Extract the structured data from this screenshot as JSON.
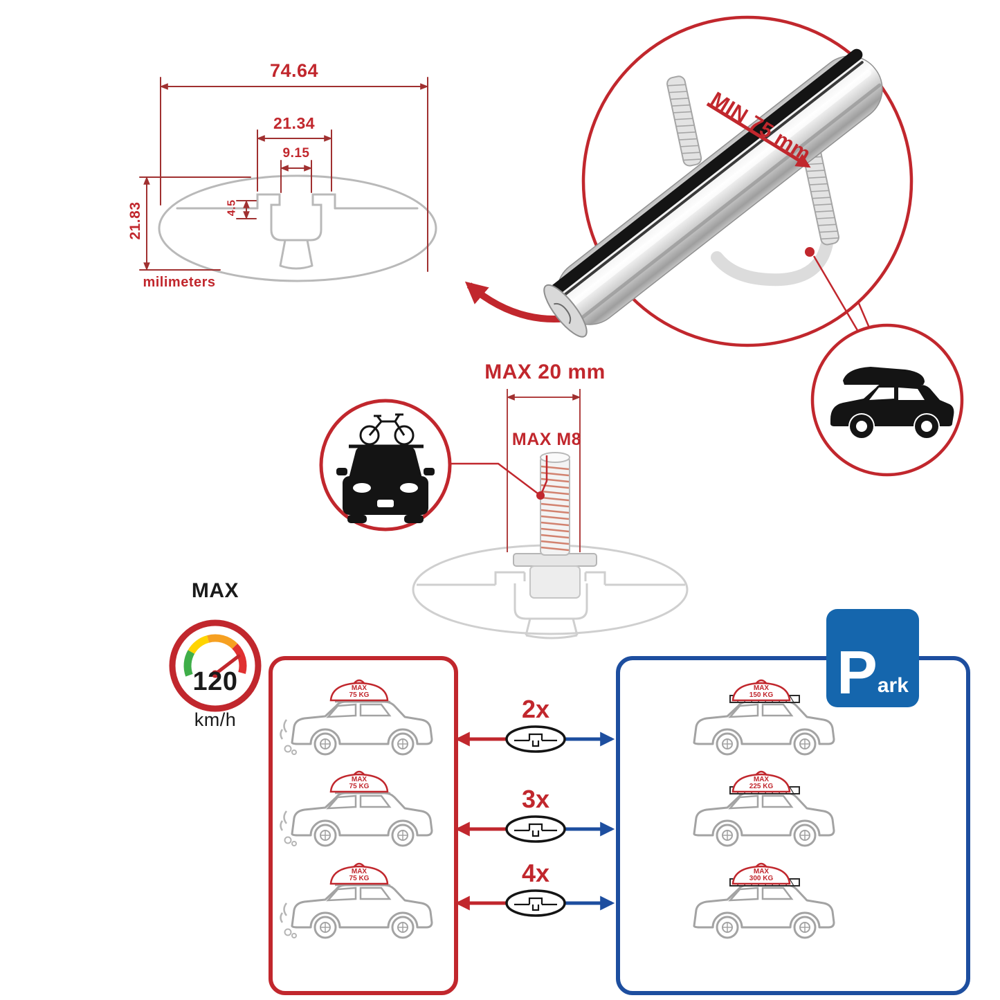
{
  "colors": {
    "accent_red": "#c1272d",
    "accent_blue": "#1d4e9f",
    "sign_blue": "#1566ad",
    "line_gray": "#b9b9b9"
  },
  "dimension_diagram": {
    "width_total": "74.64",
    "width_outer_slot": "21.34",
    "width_inner_slot": "9.15",
    "lip_height": "4.5",
    "height_total": "21.83",
    "units_label": "milimeters"
  },
  "crossbar_detail": {
    "min_clearance_label": "MIN 75 mm"
  },
  "bolt_detail": {
    "max_length_label": "MAX 20 mm",
    "max_thread_label": "MAX M8"
  },
  "speed_limit": {
    "title": "MAX",
    "value": "120",
    "unit": "km/h"
  },
  "driving_panel": {
    "cars": [
      {
        "load_title": "MAX",
        "load_value": "75 KG"
      },
      {
        "load_title": "MAX",
        "load_value": "75 KG"
      },
      {
        "load_title": "MAX",
        "load_value": "75 KG"
      }
    ]
  },
  "bar_count_rows": [
    {
      "count": "2x"
    },
    {
      "count": "3x"
    },
    {
      "count": "4x"
    }
  ],
  "parked_panel": {
    "sign_letter": "P",
    "sign_rest": "ark",
    "cars": [
      {
        "load_title": "MAX",
        "load_value": "150 KG"
      },
      {
        "load_title": "MAX",
        "load_value": "225 KG"
      },
      {
        "load_title": "MAX",
        "load_value": "300 KG"
      }
    ]
  }
}
